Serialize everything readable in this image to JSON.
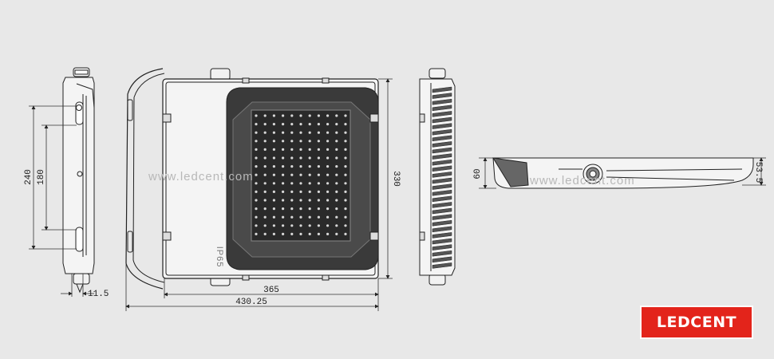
{
  "brand": {
    "logo_text": "LEDCENT",
    "logo_color": "#e3241b"
  },
  "watermark": "www.ledcent.com",
  "dimensions": {
    "side_height_outer": "240",
    "side_height_inner": "180",
    "bracket_offset": "11.5",
    "housing_height": "330",
    "housing_width": "365",
    "overall_width": "430.25",
    "profile_height_left": "60",
    "profile_height_right": "53.5"
  },
  "housing_marking": "IP65"
}
